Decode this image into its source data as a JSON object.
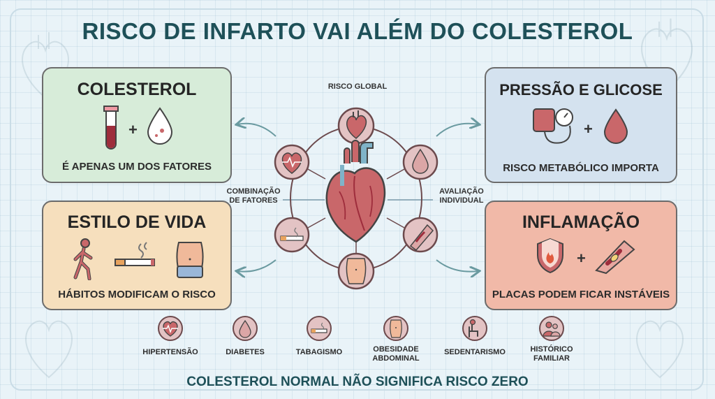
{
  "title": "RISCO DE INFARTO VAI ALÉM DO COLESTEROL",
  "cards": {
    "colesterol": {
      "title": "COLESTEROL",
      "subtitle": "É APENAS UM DOS FATORES",
      "plus": "+"
    },
    "pressao": {
      "title": "PRESSÃO E GLICOSE",
      "subtitle": "RISCO METABÓLICO IMPORTA",
      "plus": "+"
    },
    "estilo": {
      "title": "ESTILO DE VIDA",
      "subtitle": "HÁBITOS MODIFICAM O RISCO"
    },
    "inflamacao": {
      "title": "INFLAMAÇÃO",
      "subtitle": "PLACAS PODEM FICAR INSTÁVEIS",
      "plus": "+"
    }
  },
  "center": {
    "top_label": "RISCO GLOBAL",
    "left_label": "COMBINAÇÃO\nDE FATORES",
    "right_label": "AVALIAÇÃO\nINDIVIDUAL",
    "ring_icons": [
      "heart-anatomical-icon",
      "drop-icon",
      "artery-icon",
      "abdomen-icon",
      "cigarette-icon",
      "heart-pulse-icon"
    ]
  },
  "factors": [
    {
      "label": "HIPERTENSÃO",
      "icon": "heart-pulse-icon"
    },
    {
      "label": "DIABETES",
      "icon": "drop-icon"
    },
    {
      "label": "TABAGISMO",
      "icon": "cigarette-icon"
    },
    {
      "label": "OBESIDADE\nABDOMINAL",
      "icon": "abdomen-icon"
    },
    {
      "label": "SEDENTARISMO",
      "icon": "sitting-person-icon"
    },
    {
      "label": "HISTÓRICO\nFAMILIAR",
      "icon": "family-icon"
    }
  ],
  "footer": "COLESTEROL NORMAL NÃO SIGNIFICA RISCO ZERO",
  "colors": {
    "title": "#1e5058",
    "green": "#d7ecd9",
    "blue": "#d4e2ef",
    "beige": "#f6dfbd",
    "red": "#f1b9a8",
    "ring_fill": "#e3c3c4",
    "heart": "#c9676a"
  }
}
